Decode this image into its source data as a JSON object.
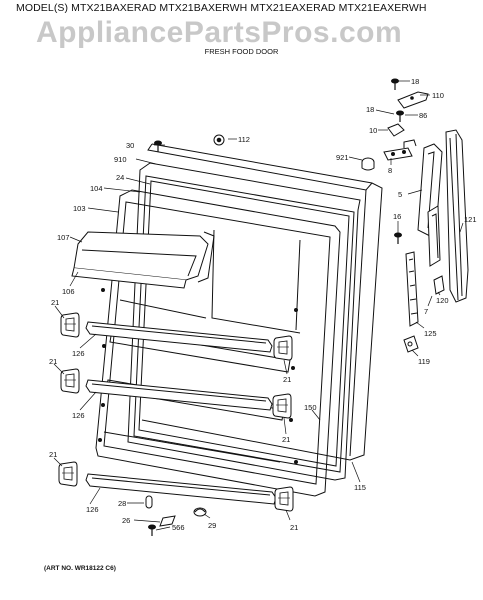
{
  "header": {
    "models": "MODEL(S) MTX21BAXERAD MTX21BAXERWH MTX21EAXERAD MTX21EAXERWH",
    "watermark": "AppliancePartsPros.com",
    "section": "FRESH FOOD DOOR"
  },
  "art_number": "(ART NO. WR18122 C6)",
  "callouts": [
    {
      "id": "c18a",
      "text": "18"
    },
    {
      "id": "c110",
      "text": "110"
    },
    {
      "id": "c18b",
      "text": "18"
    },
    {
      "id": "c86",
      "text": "86"
    },
    {
      "id": "c10",
      "text": "10"
    },
    {
      "id": "c112",
      "text": "112"
    },
    {
      "id": "c30",
      "text": "30"
    },
    {
      "id": "c910",
      "text": "910"
    },
    {
      "id": "c921",
      "text": "921"
    },
    {
      "id": "c8",
      "text": "8"
    },
    {
      "id": "c24",
      "text": "24"
    },
    {
      "id": "c104",
      "text": "104"
    },
    {
      "id": "c5",
      "text": "5"
    },
    {
      "id": "c103",
      "text": "103"
    },
    {
      "id": "c16",
      "text": "16"
    },
    {
      "id": "c121",
      "text": "121"
    },
    {
      "id": "c107",
      "text": "107"
    },
    {
      "id": "c106",
      "text": "106"
    },
    {
      "id": "c120",
      "text": "120"
    },
    {
      "id": "c7",
      "text": "7"
    },
    {
      "id": "c21a",
      "text": "21"
    },
    {
      "id": "c125",
      "text": "125"
    },
    {
      "id": "c126a",
      "text": "126"
    },
    {
      "id": "c119",
      "text": "119"
    },
    {
      "id": "c21b",
      "text": "21"
    },
    {
      "id": "c21c",
      "text": "21"
    },
    {
      "id": "c126b",
      "text": "126"
    },
    {
      "id": "c150",
      "text": "150"
    },
    {
      "id": "c21d",
      "text": "21"
    },
    {
      "id": "c21e",
      "text": "21"
    },
    {
      "id": "c115",
      "text": "115"
    },
    {
      "id": "c126c",
      "text": "126"
    },
    {
      "id": "c28",
      "text": "28"
    },
    {
      "id": "c26",
      "text": "26"
    },
    {
      "id": "c566",
      "text": "566"
    },
    {
      "id": "c29",
      "text": "29"
    },
    {
      "id": "c21f",
      "text": "21"
    }
  ]
}
